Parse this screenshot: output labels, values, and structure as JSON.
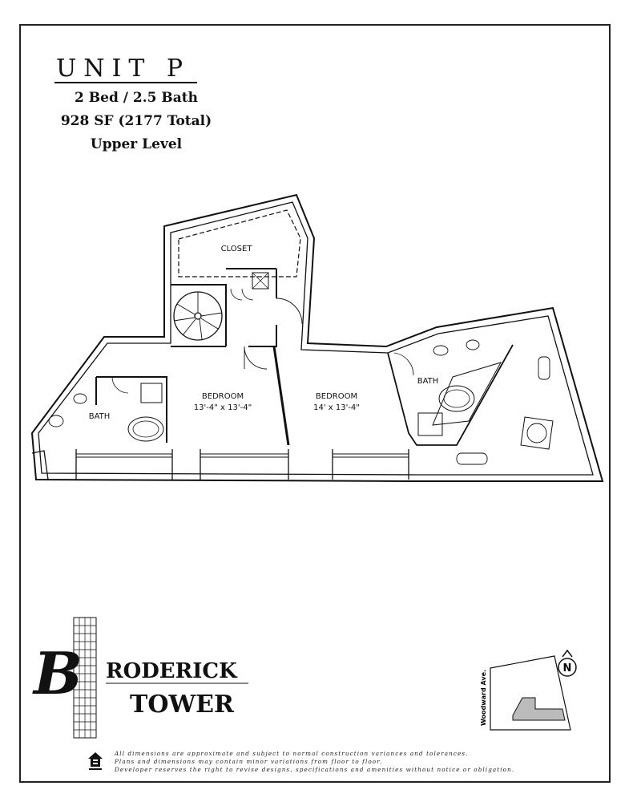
{
  "unit": {
    "title": "UNIT P",
    "beds_baths": "2 Bed / 2.5 Bath",
    "square_feet": "928 SF (2177 Total)",
    "level": "Upper Level"
  },
  "rooms": {
    "closet": "CLOSET",
    "bedroom_1": "BEDROOM",
    "bedroom_1_size": "13'-4\" x 13'-4\"",
    "bedroom_2": "BEDROOM",
    "bedroom_2_size": "14' x 13'-4\"",
    "bath_left": "BATH",
    "bath_right": "BATH"
  },
  "branding": {
    "logo_initial": "B",
    "logo_line1": "RODERICK",
    "logo_line2": "TOWER"
  },
  "site_map": {
    "street": "Woodward Ave.",
    "north": "N"
  },
  "disclaimer": {
    "line1": "All dimensions are approximate and subject to normal construction variances and tolerances.",
    "line2": "Plans and dimensions may contain minor variations from floor to floor.",
    "line3": "Developer reserves the right to revise designs, specifications and amenities without notice or obligation."
  }
}
